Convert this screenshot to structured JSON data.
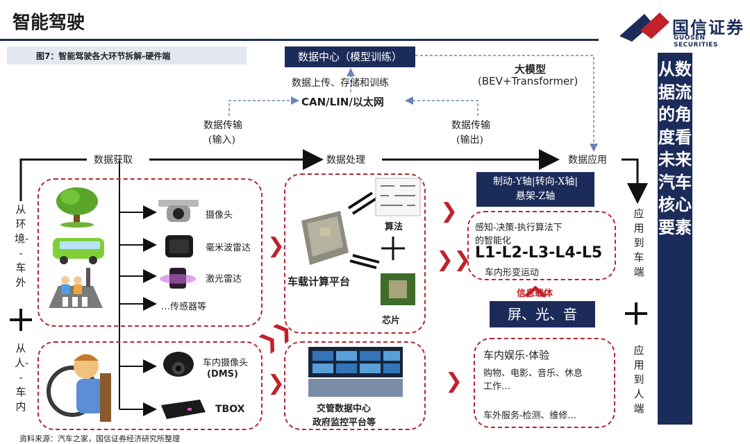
{
  "header": {
    "title": "智能驾驶",
    "logo_cn": "国信证券",
    "logo_en": "GUOSEN SECURITIES"
  },
  "figure_label": "图7：智能驾驶各大环节拆解-硬件端",
  "top": {
    "data_center": "数据中心（模型训练）",
    "upload": "数据上传、存储和训练",
    "big_model": "大模型",
    "big_model_sub": "(BEV+Transformer)",
    "network": "CAN/LIN/以太网",
    "transfer_in": "数据传输",
    "transfer_in_sub": "(输入)",
    "transfer_out": "数据传输",
    "transfer_out_sub": "(输出)"
  },
  "flow": {
    "acquire": "数据获取",
    "process": "数据处理",
    "apply": "数据应用"
  },
  "left_labels": {
    "env": "从环境--车外",
    "plus": "+",
    "people": "从人--车内"
  },
  "sensors": [
    "摄像头",
    "毫米波雷达",
    "激光雷达",
    "…传感器等"
  ],
  "cabin": {
    "camera": "车内摄像头",
    "dms": "(DMS)",
    "tbox": "TBOX"
  },
  "processing": {
    "platform": "车载计算平台",
    "algorithm": "算法",
    "chip": "芯片",
    "traffic_1": "交管数据中心",
    "traffic_2": "政府监控平台等"
  },
  "application": {
    "chassis_1": "制动-Y轴|转向-X轴|",
    "chassis_2": "悬架-Z轴",
    "smart_1": "感知-决策-执行算法下",
    "smart_2": "的智能化",
    "levels": "L1-L2-L3-L4-L5",
    "cabin_motion": "车内形变运动",
    "info_carrier": "信息载体",
    "screen": "屏、光、音",
    "ent_title": "车内娱乐-体验",
    "ent_1": "购物、电影、音乐、休息",
    "ent_2": "工作…",
    "service": "车外服务-检测、维修…"
  },
  "right_labels": {
    "car_end": "应用到车端",
    "plus": "+",
    "people_end": "应用到人端"
  },
  "side_panel": "从数据流的角度看未来汽车核心要素",
  "footer": "资料来源：汽车之家，国信证券经济研究所整理",
  "colors": {
    "navy": "#1c2c5a",
    "red": "#c0212b",
    "dashed_red": "#b32630"
  }
}
